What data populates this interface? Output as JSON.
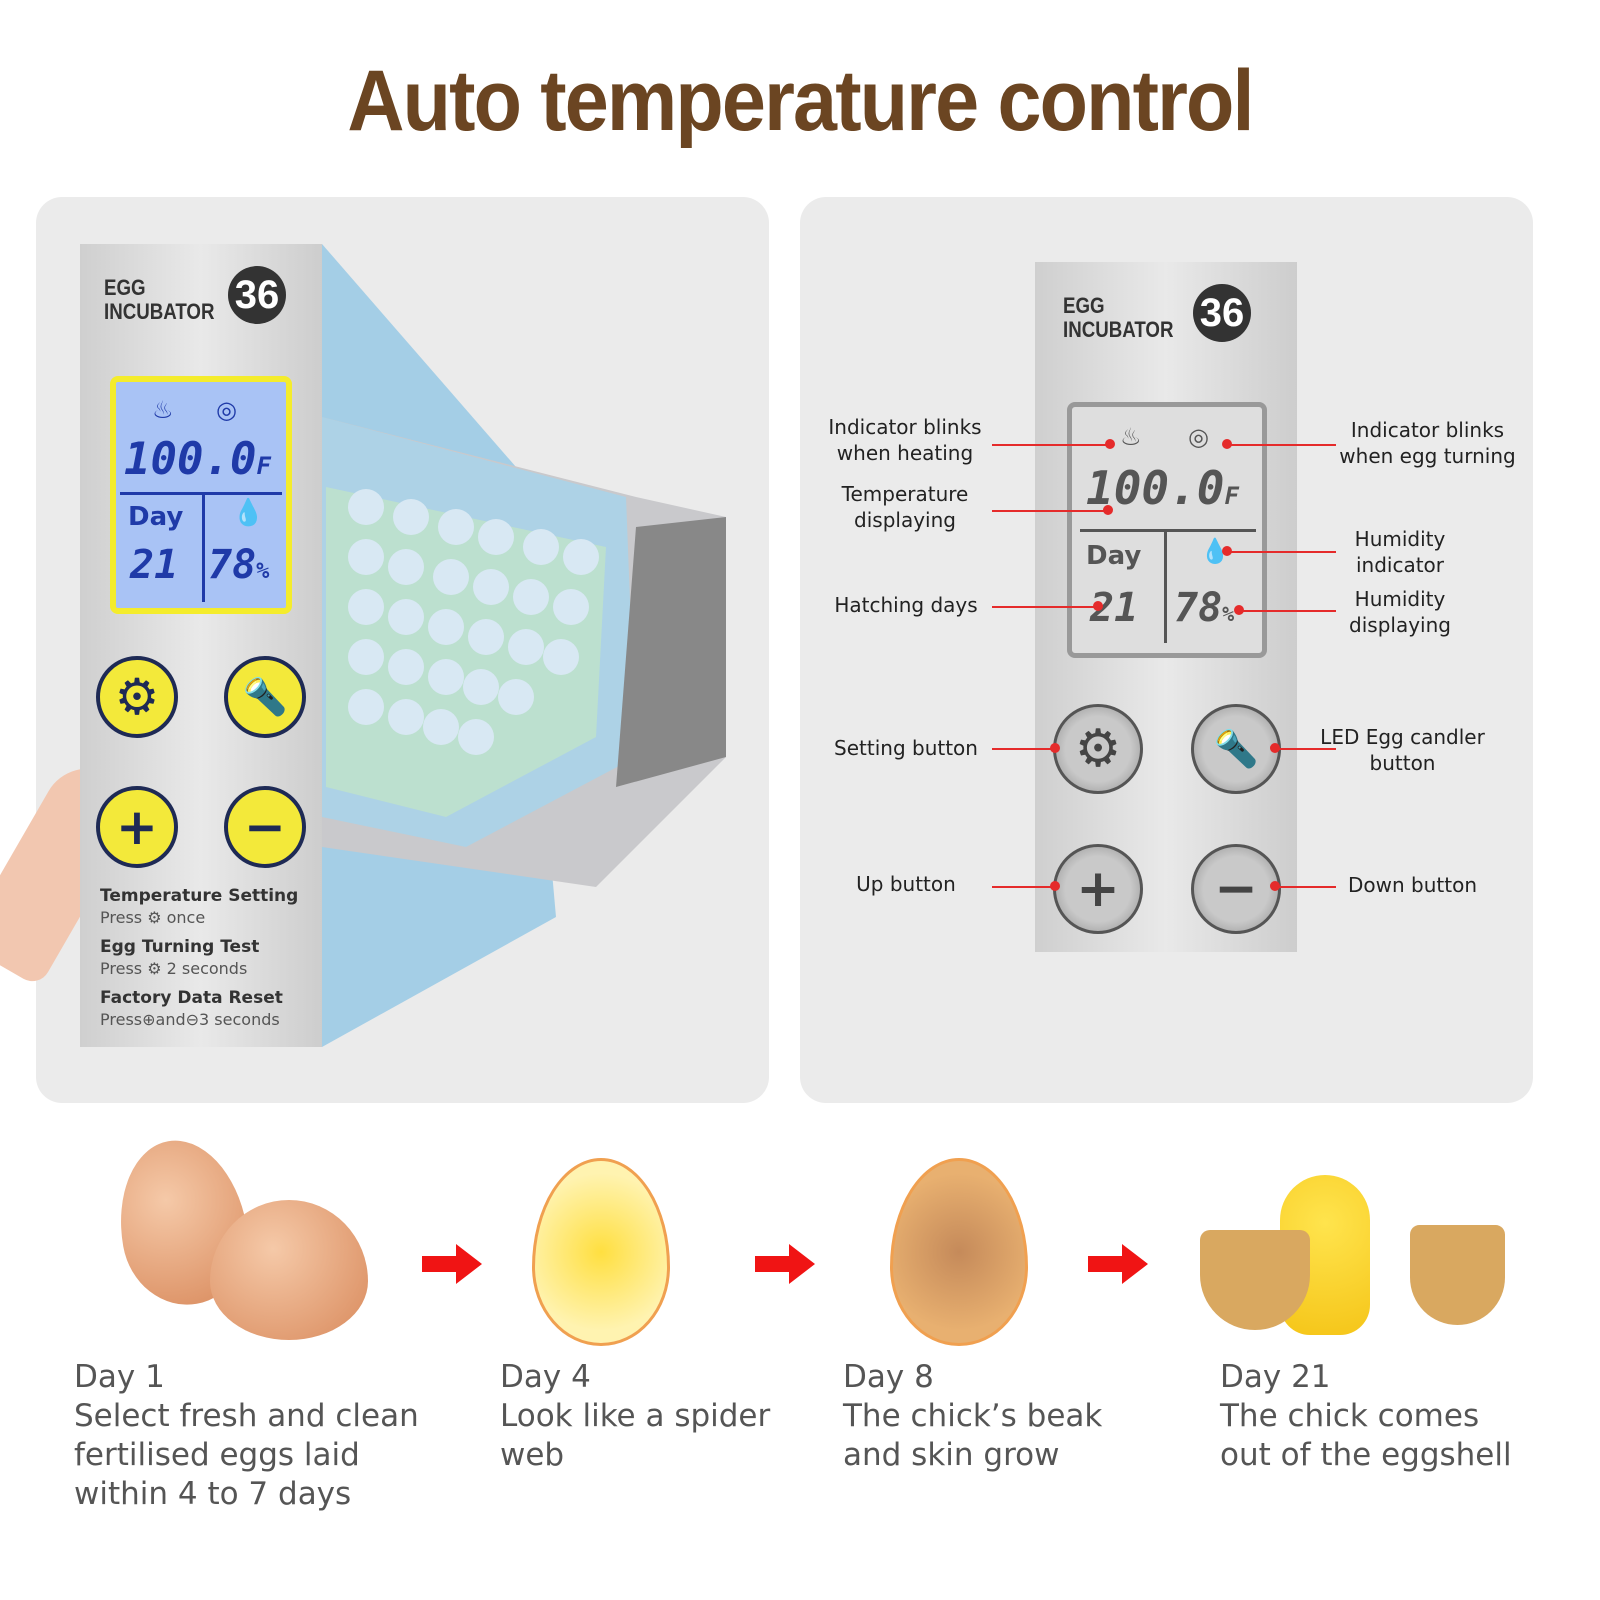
{
  "title": "Auto temperature control",
  "device": {
    "brand_line1": "EGG",
    "brand_line2": "INCUBATOR",
    "brand_number": "36",
    "lcd": {
      "temperature": "100.0",
      "temp_unit": "F",
      "day_label": "Day",
      "day_value": "21",
      "humidity": "78",
      "humidity_unit": "%"
    },
    "instructions": [
      {
        "title": "Temperature Setting",
        "press": "Press",
        "action": "once"
      },
      {
        "title": "Egg Turning Test",
        "press": "Press",
        "action": "2 seconds"
      },
      {
        "title": "Factory Data Reset",
        "press": "Press",
        "and": "and",
        "action": "3 seconds"
      }
    ]
  },
  "callouts": {
    "heating": "Indicator blinks when heating",
    "turning": "Indicator blinks when egg turning",
    "temperature": "Temperature displaying",
    "humidity_indicator": "Humidity indicator",
    "hatching_days": "Hatching days",
    "humidity_display": "Humidity displaying",
    "setting": "Setting button",
    "candler": "LED Egg candler button",
    "up": "Up button",
    "down": "Down button"
  },
  "stages": [
    {
      "day": "Day 1",
      "text": "Select fresh and clean fertilised eggs laid within 4 to 7 days"
    },
    {
      "day": "Day 4",
      "text": "Look like a spider web"
    },
    {
      "day": "Day 8",
      "text": "The chick’s beak and skin grow"
    },
    {
      "day": "Day 21",
      "text": "The chick comes out of the eggshell"
    }
  ],
  "colors": {
    "title": "#6b4522",
    "callout": "#e52b2b",
    "lcd_left": "#a9c3f5",
    "button_yellow": "#f3e93a"
  },
  "icons": [
    "heating-icon",
    "egg-turning-icon",
    "humidity-drop-icon",
    "gear-icon",
    "flashlight-icon",
    "plus-icon",
    "minus-icon",
    "arrow-right-icon"
  ]
}
